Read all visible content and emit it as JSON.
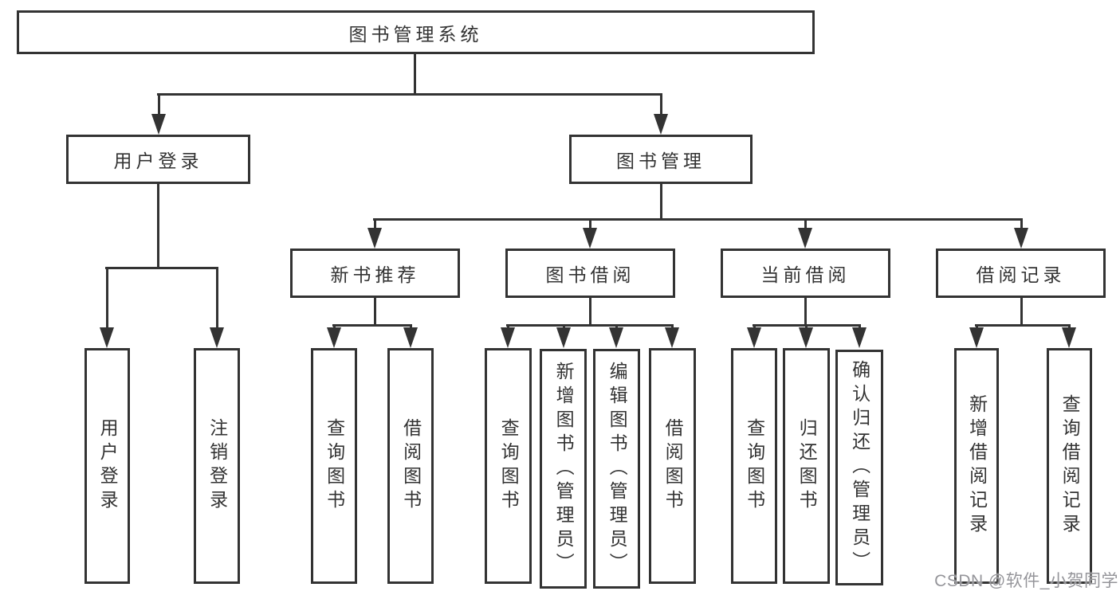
{
  "tree": {
    "label": "图书管理系统",
    "children": [
      {
        "label": "用户登录",
        "children": [
          {
            "label": "用户登录"
          },
          {
            "label": "注销登录"
          }
        ]
      },
      {
        "label": "图书管理",
        "children": [
          {
            "label": "新书推荐",
            "children": [
              {
                "label": "查询图书"
              },
              {
                "label": "借阅图书"
              }
            ]
          },
          {
            "label": "图书借阅",
            "children": [
              {
                "label": "查询图书"
              },
              {
                "label": "新增图书（管理员）"
              },
              {
                "label": "编辑图书（管理员）"
              },
              {
                "label": "借阅图书"
              }
            ]
          },
          {
            "label": "当前借阅",
            "children": [
              {
                "label": "查询图书"
              },
              {
                "label": "归还图书"
              },
              {
                "label": "确认归还（管理员）"
              }
            ]
          },
          {
            "label": "借阅记录",
            "children": [
              {
                "label": "新增借阅记录"
              },
              {
                "label": "查询借阅记录"
              }
            ]
          }
        ]
      }
    ]
  },
  "watermark": {
    "text": "CSDN @软件_小贺同学"
  },
  "colors": {
    "line": "#333333",
    "box_border": "#333333",
    "text": "#333333",
    "watermark": "#95959a",
    "background": "#ffffff"
  }
}
